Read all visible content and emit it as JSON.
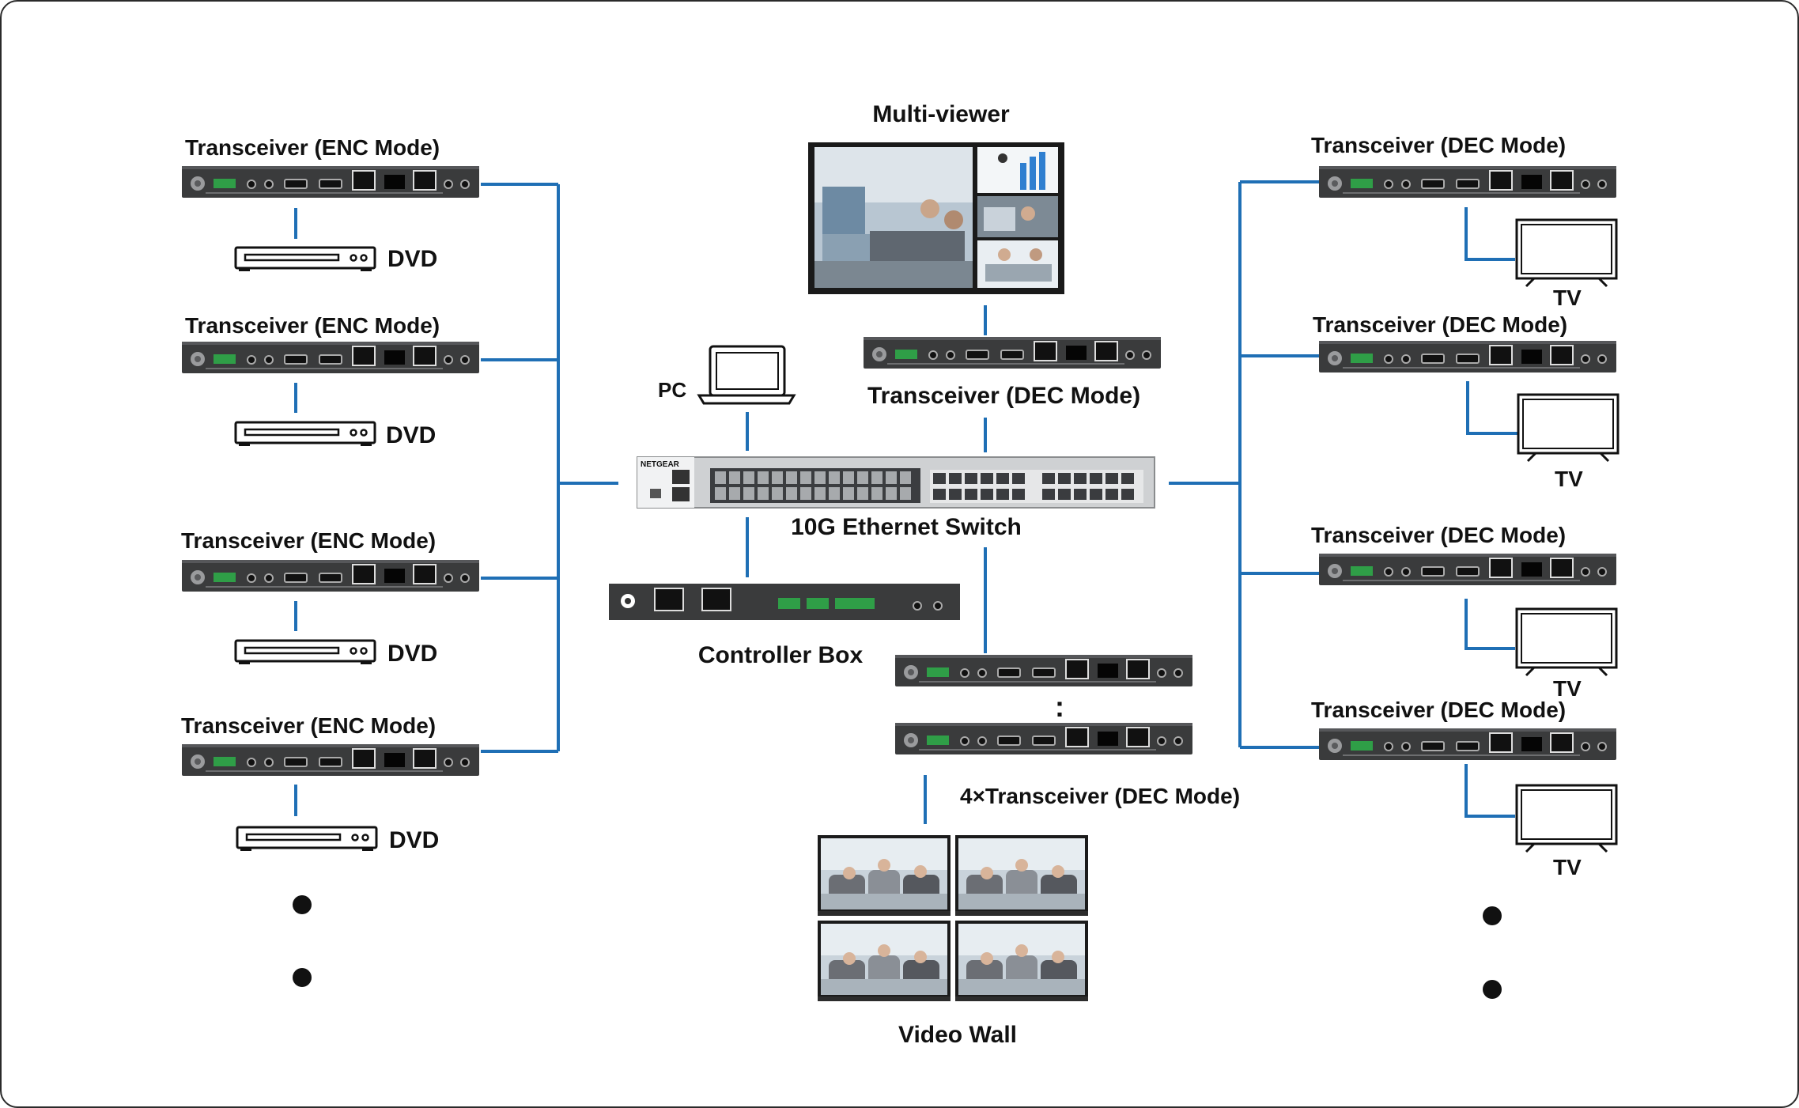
{
  "colors": {
    "line": "#1f6fb5",
    "device": "#3a3b3c",
    "device_dark": "#2b2c2d",
    "port_green": "#2f9e47",
    "text": "#111111"
  },
  "labels": {
    "enc": "Transceiver (ENC Mode)",
    "dec": "Transceiver (DEC Mode)",
    "dvd": "DVD",
    "tv": "TV",
    "multiviewer": "Multi-viewer",
    "pc": "PC",
    "switch": "10G Ethernet Switch",
    "switch_brand": "NETGEAR",
    "controller": "Controller Box",
    "dec4": "4×Transceiver (DEC Mode)",
    "videowall": "Video Wall",
    "vertical_dots": ":"
  },
  "icons": [
    "laptop-icon",
    "dvd-player-icon",
    "tv-icon",
    "monitor-icon",
    "ellipsis-dot-icon"
  ]
}
